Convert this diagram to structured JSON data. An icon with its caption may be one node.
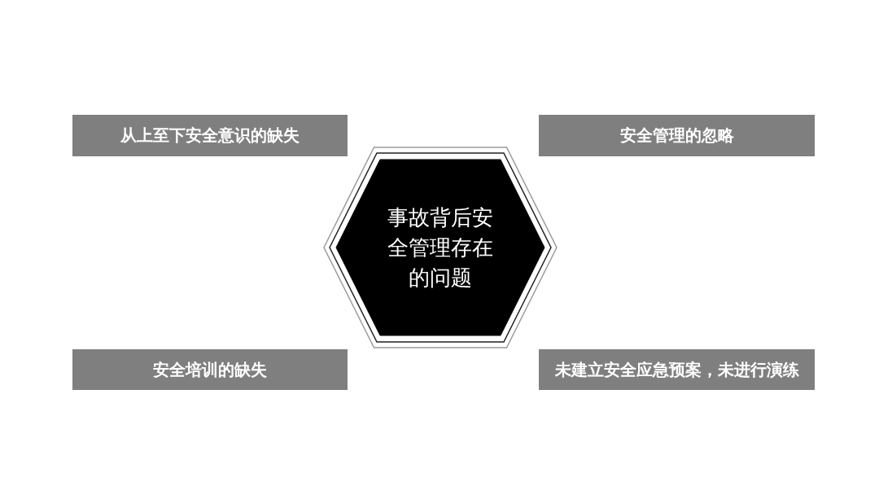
{
  "diagram": {
    "nodes": [
      {
        "text": [
          "从上至下安全意识的缺失"
        ]
      },
      {
        "text": [
          "安全管理的忽略"
        ]
      },
      {
        "text": [
          "事故背后安全管理存在的问题"
        ]
      },
      {
        "text": [
          "安全培训的缺失"
        ]
      },
      {
        "text": [
          "未建立安全应急预案，未进行演练"
        ]
      }
    ]
  }
}
